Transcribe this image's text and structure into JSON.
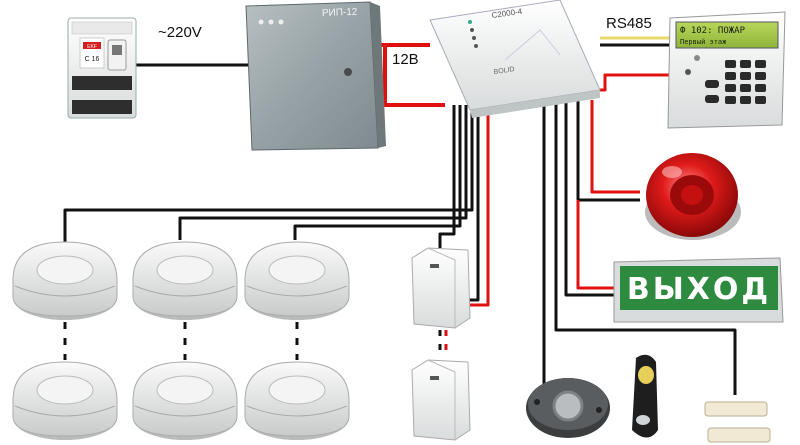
{
  "labels": {
    "voltage_in": "~220V",
    "voltage_out": "12В",
    "bus": "RS485"
  },
  "power_supply": {
    "model": "РИП-12"
  },
  "controller": {
    "model": "С2000-4",
    "brand": "BOLID"
  },
  "breaker": {
    "brand": "EKF",
    "rating": "C 16"
  },
  "keypad": {
    "line1": "Ф  102: ПОЖАР",
    "line2": "Первый этаж"
  },
  "exit_sign": {
    "text": "ВЫХОД"
  },
  "colors": {
    "wire_black": "#111111",
    "wire_red": "#e01010",
    "wire_yellow": "#e8d86a",
    "exit_green": "#2d8a3e"
  }
}
